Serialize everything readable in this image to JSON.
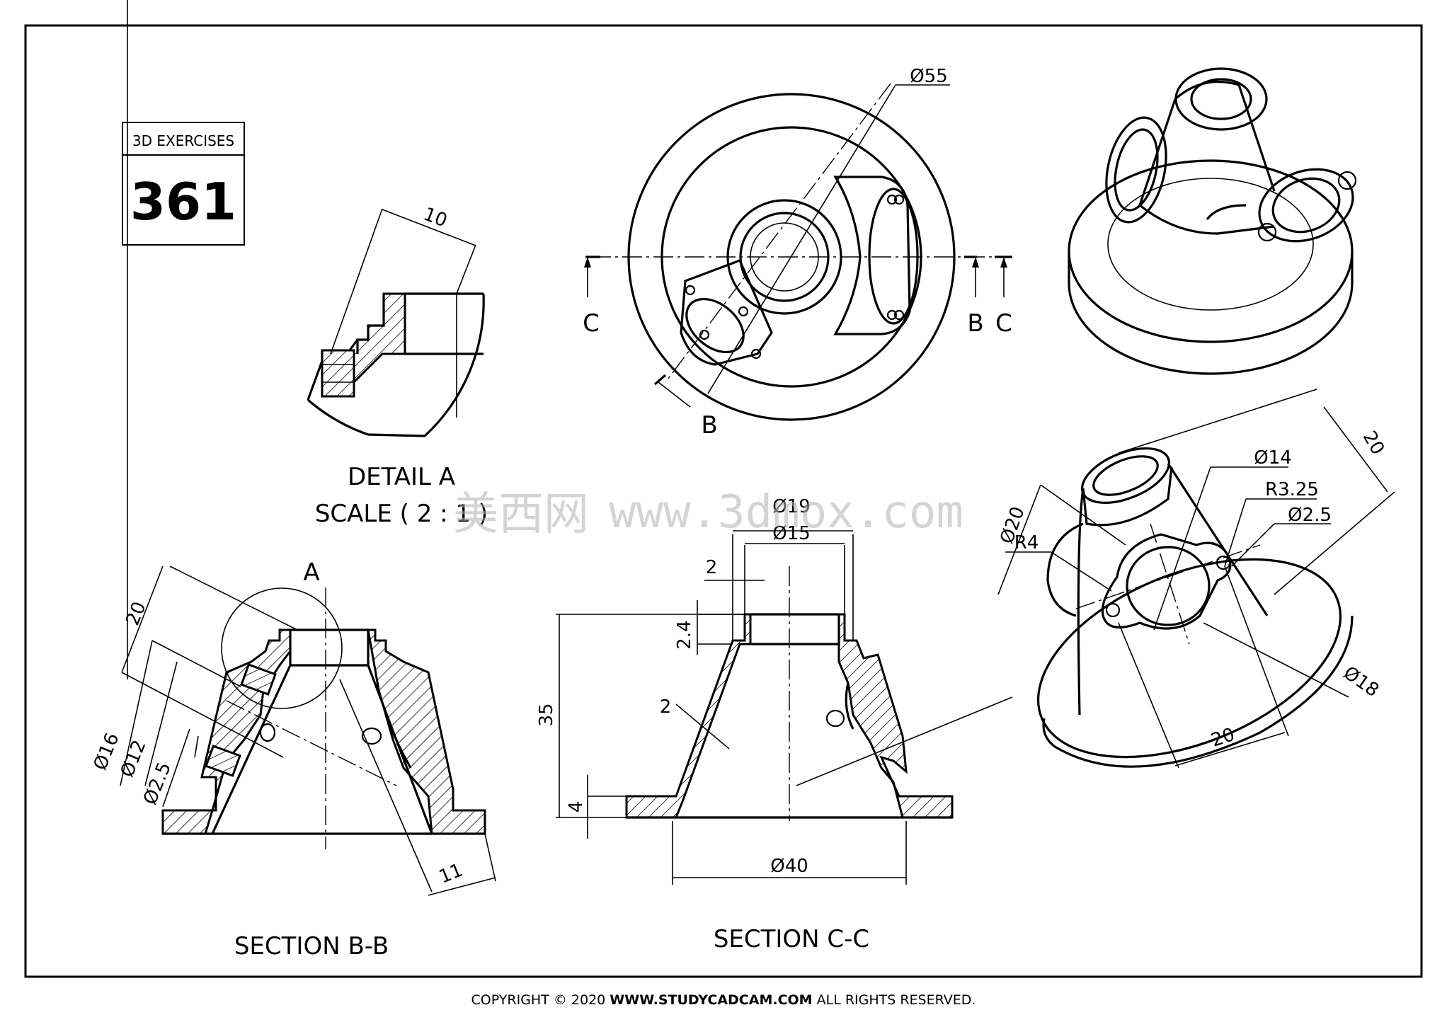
{
  "title_block": {
    "header": "3D EXERCISES",
    "number": "361"
  },
  "detail_view": {
    "title": "DETAIL A",
    "scale": "SCALE ( 2 : 1 )",
    "dim_10": "10"
  },
  "top_view": {
    "dim_diameter": "Ø55",
    "cut_label_c_left": "C",
    "cut_label_b_right": "B",
    "cut_label_c_right": "C",
    "cut_label_b_bottom": "B"
  },
  "section_bb": {
    "title": "SECTION B-B",
    "detail_marker": "A",
    "dims": {
      "d20": "20",
      "d16": "Ø16",
      "d12": "Ø12",
      "d2_5": "Ø2.5",
      "d11": "11"
    }
  },
  "section_cc": {
    "title": "SECTION C-C",
    "dims": {
      "d19": "Ø19",
      "d15": "Ø15",
      "d2_top": "2",
      "d2_4": "2.4",
      "d35": "35",
      "d2_wall": "2",
      "d4": "4",
      "d40": "Ø40"
    }
  },
  "iso_view": {
    "dims": {
      "d20_top": "20",
      "d14": "Ø14",
      "r3_25": "R3.25",
      "d2_5": "Ø2.5",
      "d20_left": "Ø20",
      "r4": "R4",
      "d18": "Ø18",
      "d20_bottom": "20"
    }
  },
  "watermark": {
    "cjk": "美西网",
    "latin": "www.3dmox.com"
  },
  "footer": {
    "prefix": "COPYRIGHT © 2020 ",
    "site": "WWW.STUDYCADCAM.COM",
    "suffix": " ALL RIGHTS RESERVED."
  }
}
